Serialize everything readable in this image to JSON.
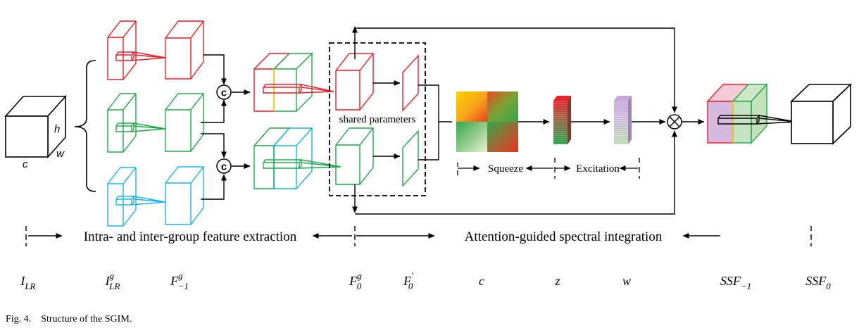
{
  "caption": "Fig. 4.    Structure of the SGIM.",
  "cube_labels": {
    "h": "h",
    "w": "w",
    "c": "c"
  },
  "concat_symbol": "c",
  "multiply_symbol": "×",
  "shared_label": "shared parameters",
  "squeeze_label": "Squeeze",
  "excitation_label": "Excitation",
  "stage1_label": "Intra- and inter-group feature extraction",
  "stage2_label": "Attention-guided spectral integration",
  "bottom_labels": [
    {
      "main": "I",
      "sub": "LR",
      "sup": ""
    },
    {
      "main": "I",
      "sub": "LR",
      "sup": "g"
    },
    {
      "main": "F",
      "sub": "−1",
      "sup": "g"
    },
    {
      "main": "F",
      "sub": "0",
      "sup": "g"
    },
    {
      "main": "F",
      "sub": "0",
      "sup": "′"
    },
    {
      "main": "c",
      "sub": "",
      "sup": ""
    },
    {
      "main": "z",
      "sub": "",
      "sup": ""
    },
    {
      "main": "w",
      "sub": "",
      "sup": ""
    },
    {
      "main": "SSF",
      "sub": "−1",
      "sup": ""
    },
    {
      "main": "SSF",
      "sub": "0",
      "sup": ""
    }
  ],
  "colors": {
    "red": "#ee1c25",
    "green": "#1fa84a",
    "cyan": "#1ab4ea",
    "black": "#000000",
    "purple": "#c7a6d6"
  }
}
